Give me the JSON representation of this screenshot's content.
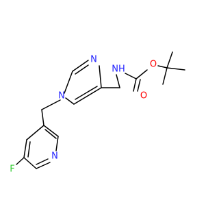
{
  "atoms": {
    "n_imidazole_top": "N",
    "n_imidazole_left": "N",
    "nh": "NH",
    "o_carbonyl": "O",
    "o_ester": "O",
    "n_pyridine": "N",
    "f": "F"
  },
  "colors": {
    "bond": "#000000",
    "nitrogen": "#2222ff",
    "oxygen": "#ff0000",
    "fluorine": "#33cc33",
    "background": "#ffffff"
  }
}
